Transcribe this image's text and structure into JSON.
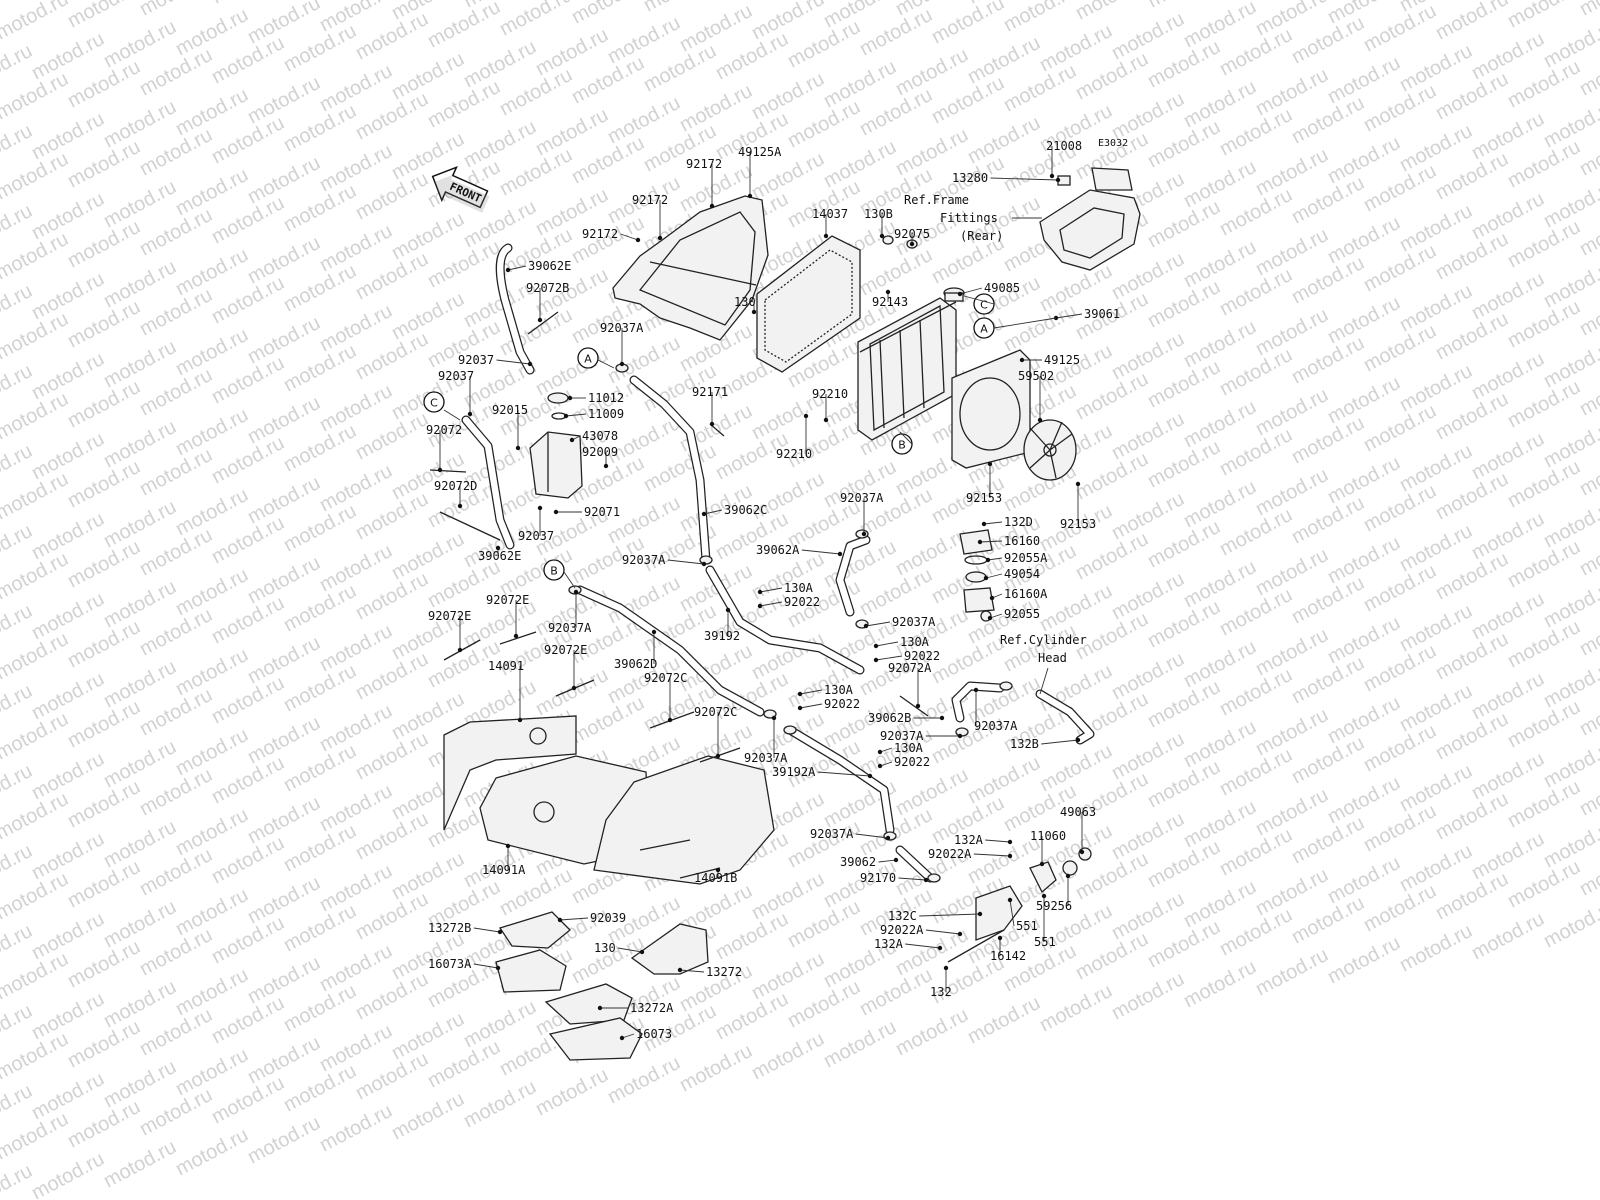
{
  "diagram_code": "E3032",
  "front_arrow": "FRONT",
  "watermark": "motod.ru",
  "ref_notes": {
    "frame_fittings": [
      "Ref.Frame",
      "Fittings",
      "(Rear)"
    ],
    "cylinder_head": [
      "Ref.Cylinder",
      "Head"
    ]
  },
  "callouts": [
    "A",
    "B",
    "C"
  ],
  "parts": [
    {
      "id": "p-21008",
      "label": "21008"
    },
    {
      "id": "p-13280",
      "label": "13280"
    },
    {
      "id": "p-49125A",
      "label": "49125A"
    },
    {
      "id": "p-92172-a",
      "label": "92172"
    },
    {
      "id": "p-92172-b",
      "label": "92172"
    },
    {
      "id": "p-92172-c",
      "label": "92172"
    },
    {
      "id": "p-14037",
      "label": "14037"
    },
    {
      "id": "p-130B",
      "label": "130B"
    },
    {
      "id": "p-92075",
      "label": "92075"
    },
    {
      "id": "p-39062E-a",
      "label": "39062E"
    },
    {
      "id": "p-92072B",
      "label": "92072B"
    },
    {
      "id": "p-130-a",
      "label": "130"
    },
    {
      "id": "p-92143",
      "label": "92143"
    },
    {
      "id": "p-49085",
      "label": "49085"
    },
    {
      "id": "p-39061",
      "label": "39061"
    },
    {
      "id": "p-92037A-a",
      "label": "92037A"
    },
    {
      "id": "p-49125",
      "label": "49125"
    },
    {
      "id": "p-59502",
      "label": "59502"
    },
    {
      "id": "p-92037-a",
      "label": "92037"
    },
    {
      "id": "p-92037-b",
      "label": "92037"
    },
    {
      "id": "p-11012",
      "label": "11012"
    },
    {
      "id": "p-92171",
      "label": "92171"
    },
    {
      "id": "p-92015",
      "label": "92015"
    },
    {
      "id": "p-11009",
      "label": "11009"
    },
    {
      "id": "p-92210-a",
      "label": "92210"
    },
    {
      "id": "p-92072",
      "label": "92072"
    },
    {
      "id": "p-43078",
      "label": "43078"
    },
    {
      "id": "p-92009",
      "label": "92009"
    },
    {
      "id": "p-92210-b",
      "label": "92210"
    },
    {
      "id": "p-92153-a",
      "label": "92153"
    },
    {
      "id": "p-92072D",
      "label": "92072D"
    },
    {
      "id": "p-92071",
      "label": "92071"
    },
    {
      "id": "p-39062C",
      "label": "39062C"
    },
    {
      "id": "p-92037A-b",
      "label": "92037A"
    },
    {
      "id": "p-92153-b",
      "label": "92153"
    },
    {
      "id": "p-92037-c",
      "label": "92037"
    },
    {
      "id": "p-132D",
      "label": "132D"
    },
    {
      "id": "p-16160",
      "label": "16160"
    },
    {
      "id": "p-39062E-b",
      "label": "39062E"
    },
    {
      "id": "p-39062A",
      "label": "39062A"
    },
    {
      "id": "p-92055A",
      "label": "92055A"
    },
    {
      "id": "p-92037A-c",
      "label": "92037A"
    },
    {
      "id": "p-49054",
      "label": "49054"
    },
    {
      "id": "p-130A-a",
      "label": "130A"
    },
    {
      "id": "p-16160A",
      "label": "16160A"
    },
    {
      "id": "p-92022-a",
      "label": "92022"
    },
    {
      "id": "p-92055",
      "label": "92055"
    },
    {
      "id": "p-92072E-a",
      "label": "92072E"
    },
    {
      "id": "p-92072E-b",
      "label": "92072E"
    },
    {
      "id": "p-92037A-d",
      "label": "92037A"
    },
    {
      "id": "p-92037A-e",
      "label": "92037A"
    },
    {
      "id": "p-39192",
      "label": "39192"
    },
    {
      "id": "p-130A-b",
      "label": "130A"
    },
    {
      "id": "p-92072E-c",
      "label": "92072E"
    },
    {
      "id": "p-92022-b",
      "label": "92022"
    },
    {
      "id": "p-14091",
      "label": "14091"
    },
    {
      "id": "p-39062D",
      "label": "39062D"
    },
    {
      "id": "p-92072A",
      "label": "92072A"
    },
    {
      "id": "p-92072C-a",
      "label": "92072C"
    },
    {
      "id": "p-130A-c",
      "label": "130A"
    },
    {
      "id": "p-92022-c",
      "label": "92022"
    },
    {
      "id": "p-39062B",
      "label": "39062B"
    },
    {
      "id": "p-92037A-f",
      "label": "92037A"
    },
    {
      "id": "p-92072C-b",
      "label": "92072C"
    },
    {
      "id": "p-92037A-g",
      "label": "92037A"
    },
    {
      "id": "p-132B",
      "label": "132B"
    },
    {
      "id": "p-92037A-h",
      "label": "92037A"
    },
    {
      "id": "p-130A-d",
      "label": "130A"
    },
    {
      "id": "p-92022-d",
      "label": "92022"
    },
    {
      "id": "p-39192A",
      "label": "39192A"
    },
    {
      "id": "p-49063",
      "label": "49063"
    },
    {
      "id": "p-92037A-i",
      "label": "92037A"
    },
    {
      "id": "p-132A-a",
      "label": "132A"
    },
    {
      "id": "p-11060",
      "label": "11060"
    },
    {
      "id": "p-14091A",
      "label": "14091A"
    },
    {
      "id": "p-92022A-a",
      "label": "92022A"
    },
    {
      "id": "p-39062",
      "label": "39062"
    },
    {
      "id": "p-92170",
      "label": "92170"
    },
    {
      "id": "p-14091B",
      "label": "14091B"
    },
    {
      "id": "p-59256",
      "label": "59256"
    },
    {
      "id": "p-132C",
      "label": "132C"
    },
    {
      "id": "p-92039",
      "label": "92039"
    },
    {
      "id": "p-551-a",
      "label": "551"
    },
    {
      "id": "p-13272B",
      "label": "13272B"
    },
    {
      "id": "p-92022A-b",
      "label": "92022A"
    },
    {
      "id": "p-551-b",
      "label": "551"
    },
    {
      "id": "p-130-b",
      "label": "130"
    },
    {
      "id": "p-132A-b",
      "label": "132A"
    },
    {
      "id": "p-16142",
      "label": "16142"
    },
    {
      "id": "p-16073A",
      "label": "16073A"
    },
    {
      "id": "p-13272",
      "label": "13272"
    },
    {
      "id": "p-132",
      "label": "132"
    },
    {
      "id": "p-13272A",
      "label": "13272A"
    },
    {
      "id": "p-16073",
      "label": "16073"
    }
  ]
}
